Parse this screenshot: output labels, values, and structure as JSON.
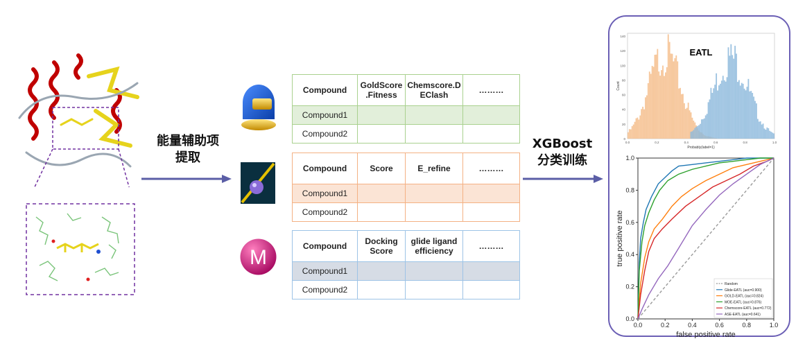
{
  "feature_label_line1": "能量辅助项",
  "feature_label_line2": "提取",
  "train_label_line1": "XGBoost",
  "train_label_line2": "分类训练",
  "tables": [
    {
      "id": "gold",
      "headers": [
        "Compound",
        "GoldScore\n.Fitness",
        "Chemscore.D\nEClash",
        "………"
      ],
      "rows": [
        "Compound1",
        "Compound2"
      ]
    },
    {
      "id": "ase",
      "headers": [
        "Compound",
        "Score",
        "E_refine",
        "………"
      ],
      "rows": [
        "Compound1",
        "Compound2"
      ]
    },
    {
      "id": "moe",
      "headers": [
        "Compound",
        "Docking\nScore",
        "glide ligand\nefficiency",
        "………"
      ],
      "rows": [
        "Compound1",
        "Compound2"
      ]
    }
  ],
  "software_icons": [
    "gold-software-icon",
    "ase-software-icon",
    "moe-software-icon"
  ],
  "hist": {
    "title": "EATL",
    "xlabel": "Probably(label=1)",
    "ylabel": "Count",
    "yticks": [
      "140",
      "120",
      "100",
      "80",
      "60",
      "40",
      "20",
      "0"
    ],
    "xticks": [
      "0.0",
      "0.2",
      "0.4",
      "0.6",
      "0.8",
      "1.0"
    ]
  },
  "chart_data": {
    "type": "line",
    "xlabel": "false positive rate",
    "ylabel": "true positive rate",
    "xlim": [
      0,
      1
    ],
    "ylim": [
      0,
      1
    ],
    "xticks": [
      "0.0",
      "0.2",
      "0.4",
      "0.6",
      "0.8",
      "1.0"
    ],
    "yticks": [
      "0.0",
      "0.2",
      "0.4",
      "0.6",
      "0.8",
      "1.0"
    ],
    "legend_position": "bottom-right",
    "series": [
      {
        "name": "Random",
        "color": "#999999",
        "dashed": true,
        "x": [
          0,
          1
        ],
        "y": [
          0,
          1
        ]
      },
      {
        "name": "Glide-EATL (auc=0.900)",
        "color": "#1f77b4",
        "x": [
          0,
          0.01,
          0.02,
          0.04,
          0.06,
          0.1,
          0.15,
          0.2,
          0.25,
          0.3,
          0.4,
          0.5,
          0.6,
          0.7,
          0.8,
          0.9,
          1.0
        ],
        "y": [
          0,
          0.35,
          0.5,
          0.6,
          0.68,
          0.76,
          0.84,
          0.88,
          0.92,
          0.95,
          0.96,
          0.97,
          0.98,
          0.99,
          1.0,
          1.0,
          1.0
        ]
      },
      {
        "name": "GOLD-EATL (auc=0.824)",
        "color": "#ff7f0e",
        "x": [
          0,
          0.02,
          0.05,
          0.08,
          0.12,
          0.18,
          0.25,
          0.32,
          0.4,
          0.5,
          0.6,
          0.7,
          0.8,
          0.9,
          1.0
        ],
        "y": [
          0,
          0.22,
          0.38,
          0.48,
          0.56,
          0.62,
          0.7,
          0.76,
          0.81,
          0.86,
          0.9,
          0.94,
          0.96,
          0.98,
          1.0
        ]
      },
      {
        "name": "MOE-EATL (auc=0.876)",
        "color": "#2ca02c",
        "x": [
          0,
          0.01,
          0.03,
          0.05,
          0.08,
          0.12,
          0.16,
          0.22,
          0.3,
          0.4,
          0.5,
          0.6,
          0.7,
          0.8,
          0.9,
          1.0
        ],
        "y": [
          0,
          0.3,
          0.48,
          0.58,
          0.66,
          0.74,
          0.8,
          0.86,
          0.9,
          0.93,
          0.95,
          0.97,
          0.98,
          0.99,
          1.0,
          1.0
        ]
      },
      {
        "name": "Chemscore-EATL (auc=0.772)",
        "color": "#d62728",
        "x": [
          0,
          0.02,
          0.05,
          0.08,
          0.12,
          0.18,
          0.25,
          0.35,
          0.45,
          0.55,
          0.65,
          0.75,
          0.85,
          0.95,
          1.0
        ],
        "y": [
          0,
          0.15,
          0.3,
          0.42,
          0.5,
          0.56,
          0.62,
          0.7,
          0.76,
          0.82,
          0.86,
          0.9,
          0.95,
          0.98,
          1.0
        ]
      },
      {
        "name": "ASE-EATL (auc=0.641)",
        "color": "#9467bd",
        "x": [
          0,
          0.03,
          0.08,
          0.15,
          0.22,
          0.3,
          0.4,
          0.5,
          0.6,
          0.7,
          0.8,
          0.9,
          1.0
        ],
        "y": [
          0,
          0.06,
          0.15,
          0.25,
          0.33,
          0.44,
          0.58,
          0.68,
          0.77,
          0.84,
          0.9,
          0.96,
          1.0
        ]
      }
    ]
  }
}
